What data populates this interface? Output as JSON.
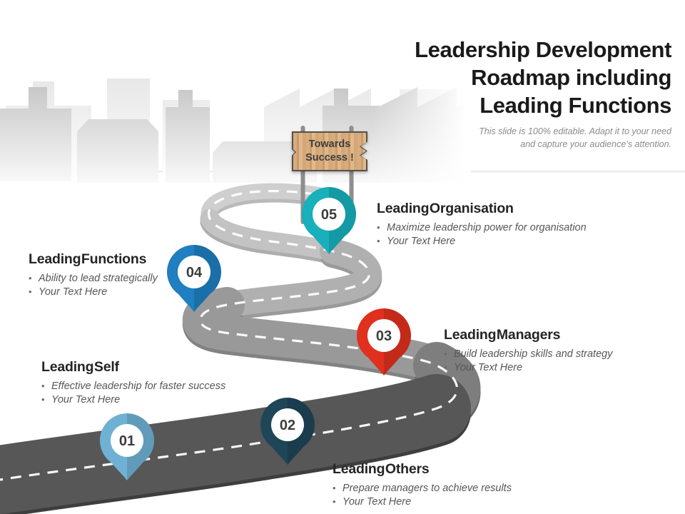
{
  "slide": {
    "title_lines": [
      "Leadership Development",
      "Roadmap including",
      "Leading Functions"
    ],
    "subtitle_lines": [
      "This slide is 100% editable. Adapt it to your need",
      "and capture your audience’s attention."
    ]
  },
  "sign": {
    "line1": "Towards",
    "line2": "Success !"
  },
  "stages": [
    {
      "number": "01",
      "label": "Leading Self",
      "bullets": [
        "Effective leadership for faster success",
        "Your Text Here"
      ],
      "pin_color": "#6fb1d4"
    },
    {
      "number": "02",
      "label": "Leading Others",
      "bullets": [
        "Prepare managers to achieve results",
        "Your Text Here"
      ],
      "pin_color": "#1e4558"
    },
    {
      "number": "03",
      "label": "Leading Managers",
      "bullets": [
        "Build leadership skills and strategy",
        "Your Text Here"
      ],
      "pin_color": "#e0301e"
    },
    {
      "number": "04",
      "label": "Leading Functions",
      "bullets": [
        "Ability to lead strategically",
        "Your Text Here"
      ],
      "pin_color": "#1f7fc0"
    },
    {
      "number": "05",
      "label": "Leading Organisation",
      "bullets": [
        "Maximize leadership power for organisation",
        "Your Text Here"
      ],
      "pin_color": "#17b0bb"
    }
  ]
}
